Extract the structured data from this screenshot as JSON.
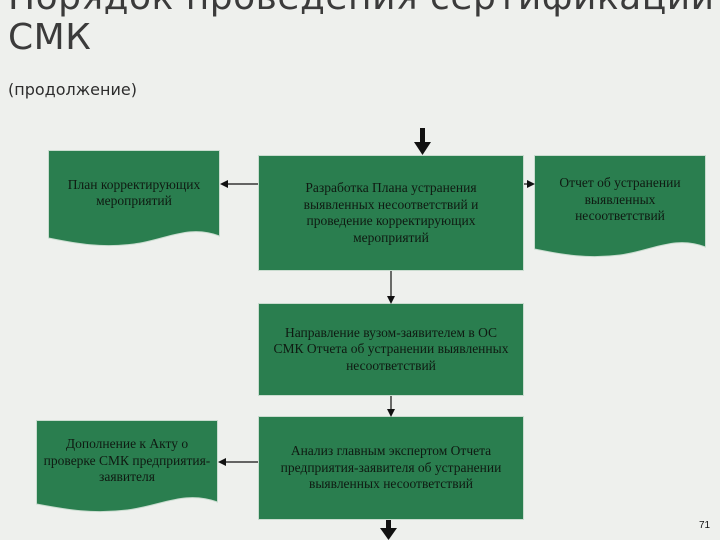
{
  "header": {
    "title": "Порядок проведения сертификации СМК",
    "subtitle": "(продолжение)"
  },
  "nodes": {
    "plan_doc": "План корректирующих мероприятий",
    "develop_plan": "Разработка Плана устранения выявленных несоответствий и проведение корректирующих мероприятий",
    "report_doc": "Отчет об устранении выявленных несоответствий",
    "send_report": "Направление вузом-заявителем в ОС СМК Отчета об устранении выявленных несоответствий",
    "supplement_doc": "Дополнение к Акту о проверке СМК предприятия-заявителя",
    "analysis": "Анализ главным экспертом Отчета предприятия-заявителя об устранении выявленных несоответствий"
  },
  "page_number": "71",
  "colors": {
    "background": "#eef0ed",
    "box_fill": "#2a7e4f",
    "box_border": "#c9dccf",
    "arrow": "#111111",
    "text": "#0f1a12"
  }
}
